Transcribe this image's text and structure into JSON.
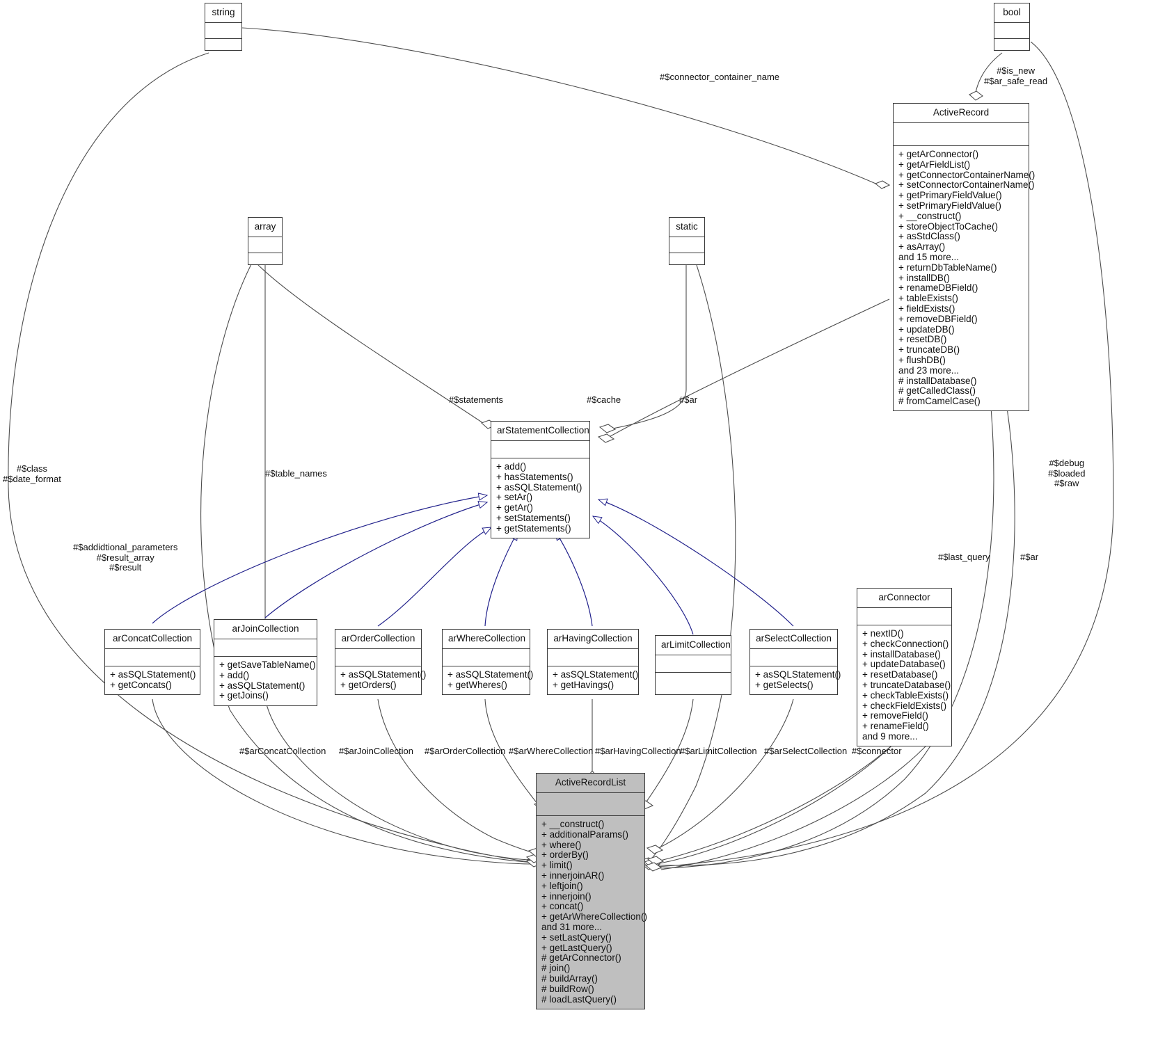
{
  "diagram": {
    "kind": "uml-class-diagram",
    "title": "",
    "colors": {
      "inheritance_edge": "#22228c",
      "association_edge": "#4d4d4d",
      "node_border": "#3a3a3a",
      "node_fill": "#ffffff",
      "highlight_fill": "#bfbfbf"
    }
  },
  "nodes": {
    "string": {
      "name": "string",
      "attributes": [],
      "operations": []
    },
    "bool": {
      "name": "bool",
      "attributes": [],
      "operations": []
    },
    "array": {
      "name": "array",
      "attributes": [],
      "operations": []
    },
    "static": {
      "name": "static",
      "attributes": [],
      "operations": []
    },
    "active_record": {
      "name": "ActiveRecord",
      "attributes": [],
      "operations": [
        "+ getArConnector()",
        "+ getArFieldList()",
        "+ getConnectorContainerName()",
        "+ setConnectorContainerName()",
        "+ getPrimaryFieldValue()",
        "+ setPrimaryFieldValue()",
        "+ __construct()",
        "+ storeObjectToCache()",
        "+ asStdClass()",
        "+ asArray()",
        "and 15 more...",
        "+ returnDbTableName()",
        "+ installDB()",
        "+ renameDBField()",
        "+ tableExists()",
        "+ fieldExists()",
        "+ removeDBField()",
        "+ updateDB()",
        "+ resetDB()",
        "+ truncateDB()",
        "+ flushDB()",
        "and 23 more...",
        "# installDatabase()",
        "# getCalledClass()",
        "# fromCamelCase()"
      ]
    },
    "ar_statement_collection": {
      "name": "arStatementCollection",
      "attributes": [],
      "operations": [
        "+ add()",
        "+ hasStatements()",
        "+ asSQLStatement()",
        "+ setAr()",
        "+ getAr()",
        "+ setStatements()",
        "+ getStatements()"
      ]
    },
    "ar_concat_collection": {
      "name": "arConcatCollection",
      "attributes": [],
      "operations": [
        "+ asSQLStatement()",
        "+ getConcats()"
      ]
    },
    "ar_join_collection": {
      "name": "arJoinCollection",
      "attributes": [],
      "operations": [
        "+ getSaveTableName()",
        "+ add()",
        "+ asSQLStatement()",
        "+ getJoins()"
      ]
    },
    "ar_order_collection": {
      "name": "arOrderCollection",
      "attributes": [],
      "operations": [
        "+ asSQLStatement()",
        "+ getOrders()"
      ]
    },
    "ar_where_collection": {
      "name": "arWhereCollection",
      "attributes": [],
      "operations": [
        "+ asSQLStatement()",
        "+ getWheres()"
      ]
    },
    "ar_having_collection": {
      "name": "arHavingCollection",
      "attributes": [],
      "operations": [
        "+ asSQLStatement()",
        "+ getHavings()"
      ]
    },
    "ar_limit_collection": {
      "name": "arLimitCollection",
      "attributes": [],
      "operations": []
    },
    "ar_select_collection": {
      "name": "arSelectCollection",
      "attributes": [],
      "operations": [
        "+ asSQLStatement()",
        "+ getSelects()"
      ]
    },
    "ar_connector": {
      "name": "arConnector",
      "attributes": [],
      "operations": [
        "+ nextID()",
        "+ checkConnection()",
        "+ installDatabase()",
        "+ updateDatabase()",
        "+ resetDatabase()",
        "+ truncateDatabase()",
        "+ checkTableExists()",
        "+ checkFieldExists()",
        "+ removeField()",
        "+ renameField()",
        "and 9 more..."
      ]
    },
    "active_record_list": {
      "name": "ActiveRecordList",
      "attributes": [],
      "operations": [
        "+ __construct()",
        "+ additionalParams()",
        "+ where()",
        "+ orderBy()",
        "+ limit()",
        "+ innerjoinAR()",
        "+ leftjoin()",
        "+ innerjoin()",
        "+ concat()",
        "+ getArWhereCollection()",
        "and 31 more...",
        "+ setLastQuery()",
        "+ getLastQuery()",
        "# getArConnector()",
        "# join()",
        "# buildArray()",
        "# buildRow()",
        "# loadLastQuery()"
      ]
    }
  },
  "edge_labels": {
    "connector_container_name": "#$connector_container_name",
    "is_new_ar_safe_read": "#$is_new\n#$ar_safe_read",
    "class_date_format": "#$class\n#$date_format",
    "statements": "#$statements",
    "cache": "#$cache",
    "ar_top": "#$ar",
    "table_names": "#$table_names",
    "additional_parameters": "#$addidtional_parameters\n#$result_array\n#$result",
    "debug_loaded_raw": "#$debug\n#$loaded\n#$raw",
    "last_query": "#$last_query",
    "ar_right": "#$ar",
    "ar_concat_collection": "#$arConcatCollection",
    "ar_join_collection": "#$arJoinCollection",
    "ar_order_collection": "#$arOrderCollection",
    "ar_where_collection": "#$arWhereCollection",
    "ar_having_collection": "#$arHavingCollection",
    "ar_limit_collection": "#$arLimitCollection",
    "ar_select_collection": "#$arSelectCollection",
    "connector": "#$connector"
  }
}
